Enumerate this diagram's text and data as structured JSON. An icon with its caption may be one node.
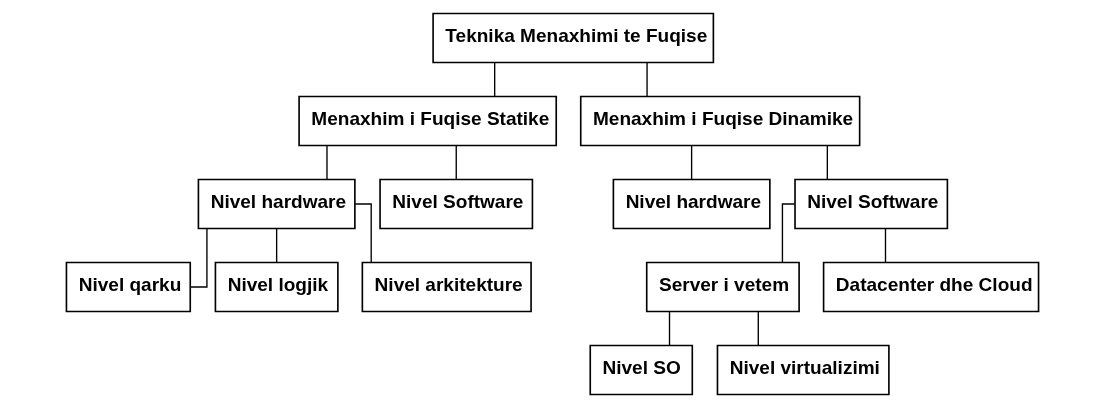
{
  "diagram": {
    "nodes": [
      {
        "text": [
          "Teknika Menaxhimi te Fuqise"
        ]
      },
      {
        "text": [
          "Menaxhim i Fuqise Statike"
        ]
      },
      {
        "text": [
          "Menaxhim i Fuqise Dinamike"
        ]
      },
      {
        "text": [
          "Nivel hardware"
        ]
      },
      {
        "text": [
          "Nivel Software"
        ]
      },
      {
        "text": [
          "Nivel hardware"
        ]
      },
      {
        "text": [
          "Nivel Software"
        ]
      },
      {
        "text": [
          "Nivel qarku"
        ]
      },
      {
        "text": [
          "Nivel logjik"
        ]
      },
      {
        "text": [
          "Nivel arkitekture"
        ]
      },
      {
        "text": [
          "Server i vetem"
        ]
      },
      {
        "text": [
          "Datacenter dhe Cloud"
        ]
      },
      {
        "text": [
          "Nivel SO"
        ]
      },
      {
        "text": [
          "Nivel virtualizimi"
        ]
      }
    ],
    "edges": [
      {
        "from": 0,
        "to": 1,
        "arrow": "none"
      },
      {
        "from": 0,
        "to": 2,
        "arrow": "none"
      },
      {
        "from": 1,
        "to": 3,
        "arrow": "none"
      },
      {
        "from": 1,
        "to": 4,
        "arrow": "none"
      },
      {
        "from": 2,
        "to": 5,
        "arrow": "none"
      },
      {
        "from": 2,
        "to": 6,
        "arrow": "none"
      },
      {
        "from": 3,
        "to": 7,
        "arrow": "none"
      },
      {
        "from": 3,
        "to": 8,
        "arrow": "none"
      },
      {
        "from": 3,
        "to": 9,
        "arrow": "none"
      },
      {
        "from": 6,
        "to": 10,
        "arrow": "none"
      },
      {
        "from": 6,
        "to": 11,
        "arrow": "none"
      },
      {
        "from": 10,
        "to": 12,
        "arrow": "none"
      },
      {
        "from": 10,
        "to": 13,
        "arrow": "none"
      }
    ]
  }
}
